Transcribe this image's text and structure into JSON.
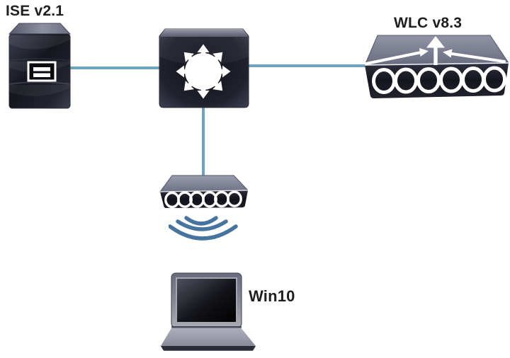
{
  "diagram": {
    "type": "network-topology",
    "nodes": [
      {
        "id": "ise",
        "label": "ISE v2.1",
        "device": "server",
        "icon": "server-icon"
      },
      {
        "id": "core",
        "label": "",
        "device": "layer3-switch",
        "icon": "layer3-switch-icon"
      },
      {
        "id": "wlc",
        "label": "WLC v8.3",
        "device": "wireless-lan-controller",
        "icon": "wlc-icon"
      },
      {
        "id": "access",
        "label": "",
        "device": "switch",
        "icon": "switch-coil-icon"
      },
      {
        "id": "client",
        "label": "Win10",
        "device": "laptop",
        "icon": "laptop-icon"
      }
    ],
    "links": [
      {
        "from": "ise",
        "to": "core",
        "type": "wired"
      },
      {
        "from": "core",
        "to": "wlc",
        "type": "wired"
      },
      {
        "from": "core",
        "to": "access",
        "type": "wired"
      },
      {
        "from": "access",
        "to": "client",
        "type": "wireless",
        "waves": 3
      }
    ],
    "colors": {
      "background": "#ffffff",
      "wired_link": "#6ea2c5",
      "wireless_wave": "#46749f",
      "device_dark": "#171821",
      "device_slate": "#82869a",
      "icon_white": "#ffffff",
      "label_text": "#1f1f1f"
    }
  }
}
